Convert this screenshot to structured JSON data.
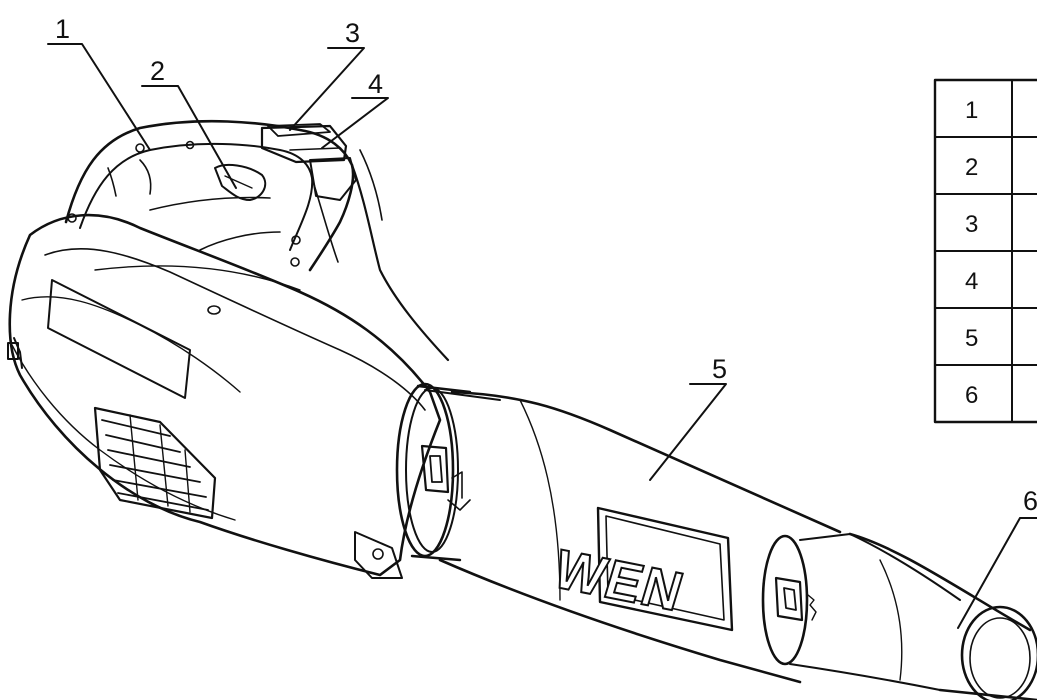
{
  "callouts": [
    {
      "number": "1"
    },
    {
      "number": "2"
    },
    {
      "number": "3"
    },
    {
      "number": "4"
    },
    {
      "number": "5"
    },
    {
      "number": "6"
    }
  ],
  "parts_table": {
    "rows": [
      {
        "number": "1",
        "description": ""
      },
      {
        "number": "2",
        "description": ""
      },
      {
        "number": "3",
        "description": ""
      },
      {
        "number": "4",
        "description": ""
      },
      {
        "number": "5",
        "description": ""
      },
      {
        "number": "6",
        "description": ""
      }
    ]
  },
  "logo_text": "WEN",
  "colors": {
    "line": "#111111",
    "background": "#ffffff"
  }
}
